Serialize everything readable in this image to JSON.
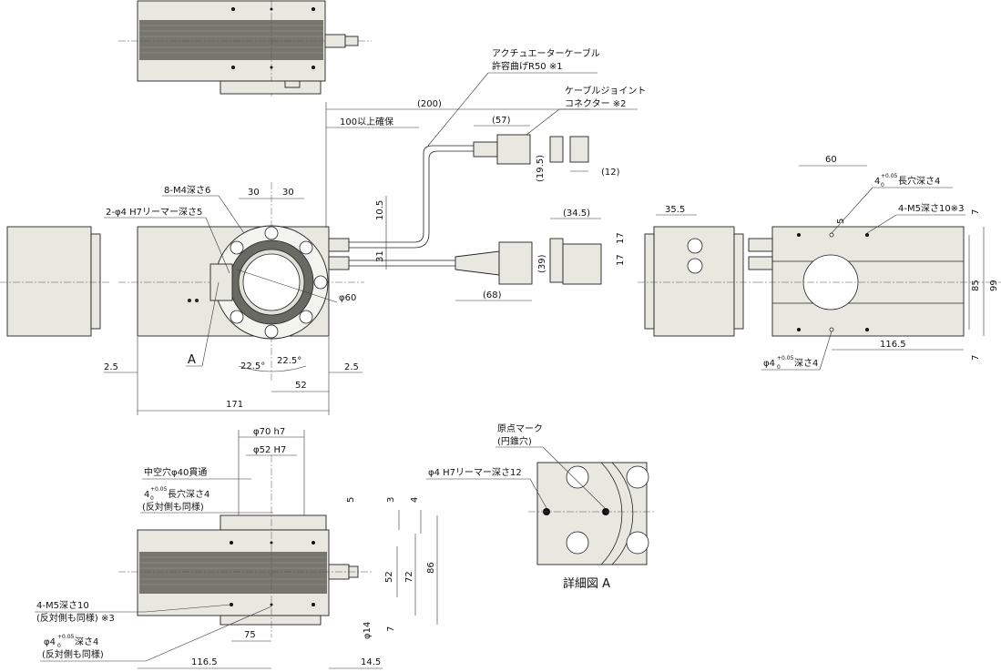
{
  "colors": {
    "body": "#e8e8e1",
    "dark": "#76766f",
    "line": "#222222"
  },
  "top_view": {
    "cable_note_line1": "アクチュエーターケーブル",
    "cable_note_line2": "許容曲げR50 ※1",
    "joint_note_line1": "ケーブルジョイント",
    "joint_note_line2": "コネクター ※2"
  },
  "front_view": {
    "dims": {
      "d200": "(200)",
      "d100": "100以上確保",
      "d57": "(57)",
      "d19_5": "(19.5)",
      "d12": "(12)",
      "d10_5": "10.5",
      "d31": "31",
      "d34_5": "(34.5)",
      "d39": "(39)",
      "d68": "(68)",
      "d30a": "30",
      "d30b": "30",
      "d171": "171",
      "d2_5a": "2.5",
      "d2_5b": "2.5",
      "d52": "52",
      "a22_5a": "22.5°",
      "a22_5b": "22.5°",
      "phi60": "φ60"
    },
    "notes": {
      "m4": "8-M4深さ6",
      "reamer": "2-φ4 H7リーマー深さ5",
      "detail_ref": "A"
    }
  },
  "right_view": {
    "dims": {
      "d60": "60",
      "d35_5": "35.5",
      "d17a": "17",
      "d17b": "17",
      "d5": "5",
      "d7a": "7",
      "d7b": "7",
      "d85": "85",
      "d99": "99",
      "d116_5": "116.5"
    },
    "notes": {
      "slot": "4",
      "slot_tol": "+0.05",
      "slot_tol0": "0",
      "slot_txt": "長穴深さ4",
      "m5": "4-M5深さ10※3",
      "phi4": "φ4",
      "phi4_tol": "+0.05",
      "phi4_tol0": "0",
      "phi4_txt": "深さ4"
    }
  },
  "bottom_view": {
    "dims": {
      "phi70": "φ70 h7",
      "phi52": "φ52 H7",
      "d5": "5",
      "d3": "3",
      "d4": "4",
      "d52": "52",
      "d72": "72",
      "d86": "86",
      "d7": "7",
      "phi14": "φ14",
      "d75": "75",
      "d116_5": "116.5",
      "d14_5": "14.5"
    },
    "notes": {
      "hollow": "中空穴φ40貫通",
      "slot_a": "4",
      "slot_tol": "+0.05",
      "slot_tol0": "0",
      "slot_txt": "長穴深さ4",
      "slot_sub": "(反対側も同様)",
      "m5_a": "4-M5深さ10",
      "m5_b": "(反対側も同様) ※3",
      "phi4_a": "φ4",
      "phi4_tol": "+0.05",
      "phi4_tol0": "0",
      "phi4_txt": "深さ4",
      "phi4_sub": "(反対側も同様)"
    }
  },
  "detail": {
    "origin_line1": "原点マーク",
    "origin_line2": "(円錐穴)",
    "reamer": "φ4 H7リーマー深さ12",
    "caption": "詳細図 A"
  }
}
